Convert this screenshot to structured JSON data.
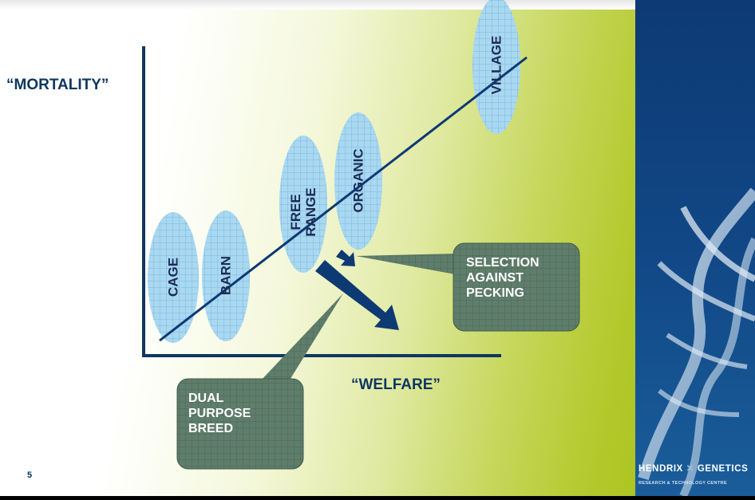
{
  "slide": {
    "y_axis_label": "“MORTALITY”",
    "x_axis_label": "“WELFARE”",
    "page_number": "5"
  },
  "categories": [
    {
      "key": "cage",
      "label": "CAGE"
    },
    {
      "key": "barn",
      "label": "BARN"
    },
    {
      "key": "free-range",
      "label": "FREE\nRANGE"
    },
    {
      "key": "organic",
      "label": "ORGANIC"
    },
    {
      "key": "village",
      "label": "VILLAGE"
    }
  ],
  "callouts": {
    "selection": "SELECTION\nAGAINST\nPECKING",
    "dual": "DUAL\nPURPOSE\nBREED"
  },
  "logo": {
    "name_left": "HENDRIX",
    "name_right": "GENETICS",
    "subtitle": "RESEARCH & TECHNOLOGY CENTRE"
  },
  "colors": {
    "ellipse_fill": "#a9d8f0",
    "callout_fill": "#5f7d6b",
    "arrow": "#0e3a73",
    "panel": "#114786"
  }
}
